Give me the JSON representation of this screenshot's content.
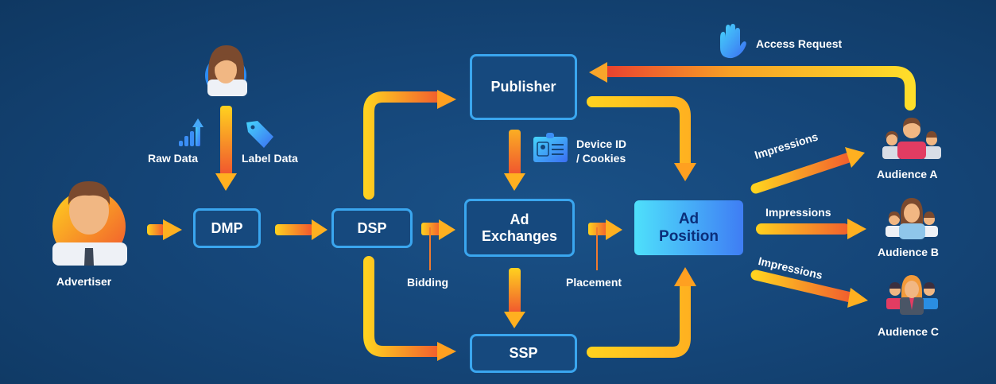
{
  "nodes": {
    "advertiser": "Advertiser",
    "dmp": "DMP",
    "dsp": "DSP",
    "publisher": "Publisher",
    "ad_exchanges_line1": "Ad",
    "ad_exchanges_line2": "Exchanges",
    "ssp": "SSP",
    "ad_position_line1": "Ad",
    "ad_position_line2": "Position",
    "audience_a": "Audience A",
    "audience_b": "Audience B",
    "audience_c": "Audience C"
  },
  "labels": {
    "raw_data": "Raw Data",
    "label_data": "Label Data",
    "device_id_line1": "Device ID",
    "device_id_line2": "/ Cookies",
    "bidding": "Bidding",
    "placement": "Placement",
    "access_request": "Access Request",
    "impressions_a": "Impressions",
    "impressions_b": "Impressions",
    "impressions_c": "Impressions"
  },
  "colors": {
    "arrow_yellow": "#ffd21f",
    "arrow_orange": "#f0542f",
    "box_border": "#3aa6ef",
    "accent_blue": "#3f7df4"
  }
}
